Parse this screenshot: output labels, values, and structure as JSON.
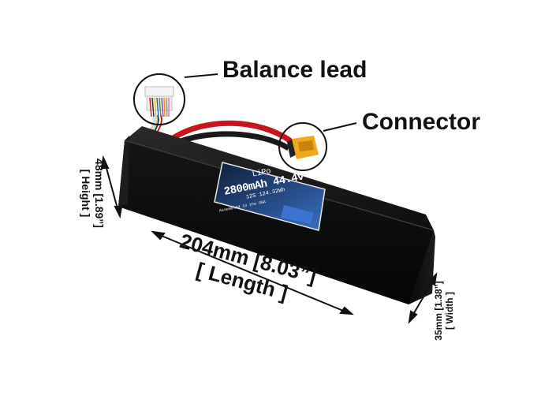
{
  "callouts": {
    "balance_lead": "Balance lead",
    "connector": "Connector"
  },
  "dimensions": {
    "length": "204mm [8.03”]",
    "length_label": "[ Length ]",
    "height": "48mm [1.89”]",
    "height_label": "[ Height ]",
    "width": "35mm [1.38”]",
    "width_label": "[ Width ]"
  },
  "battery_label": {
    "chemistry": "LiPo",
    "capacity": "2800mAh 44.4v",
    "spec": "12S 124.32Wh",
    "assembly": "Assembled in the USA"
  },
  "colors": {
    "battery_body": "#0b0b0b",
    "connector": "#f2a81c",
    "wire_red": "#c8141c",
    "label_accent": "#2a62c8"
  }
}
